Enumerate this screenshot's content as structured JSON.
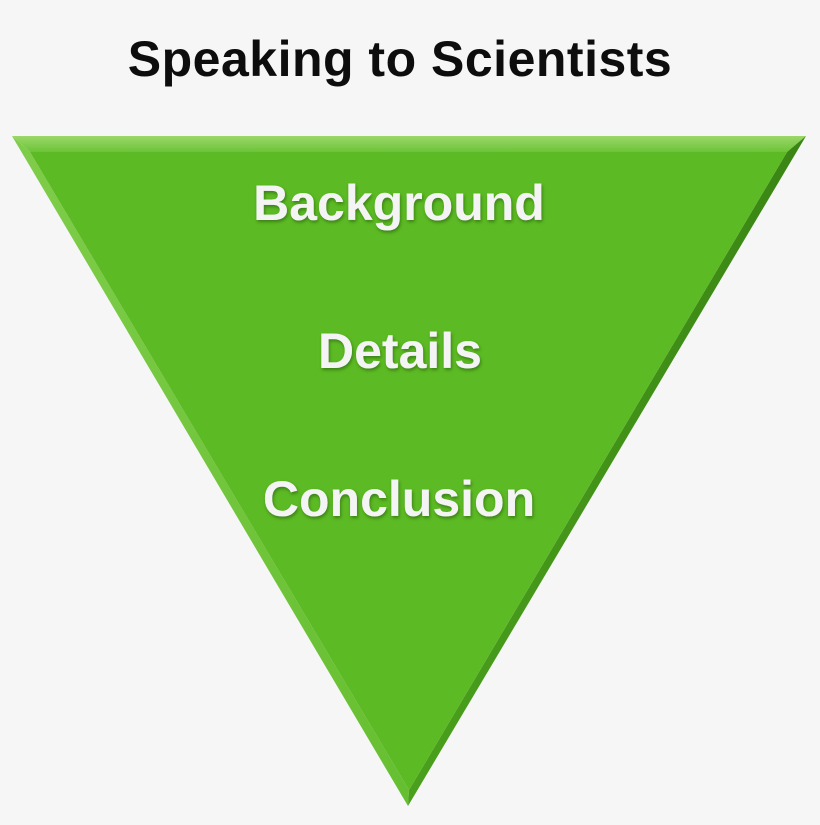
{
  "title": "Speaking to Scientists",
  "colors": {
    "background": "#f6f6f6",
    "triangle_fill": "#5cba24",
    "triangle_edge_light": "#8ed45a",
    "triangle_edge_dark": "#3f8c17",
    "label_text": "#f4f4f4",
    "title_text": "#0d0d0d"
  },
  "tiers": [
    {
      "label": "Background"
    },
    {
      "label": "Details"
    },
    {
      "label": "Conclusion"
    }
  ]
}
